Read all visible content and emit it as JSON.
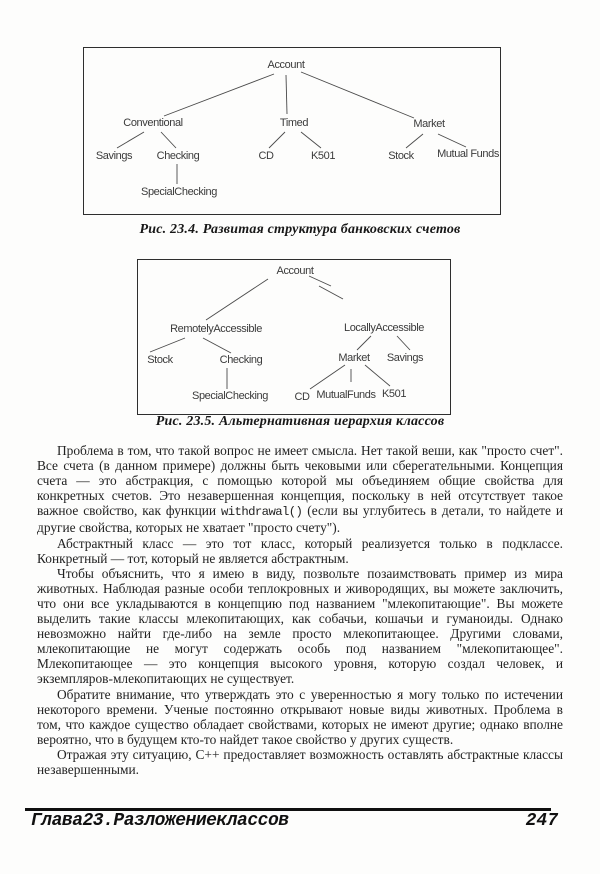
{
  "figures": [
    {
      "caption": "Рис. 23.4. Развитая структура банковских счетов",
      "nodes": {
        "account": "Account",
        "conventional": "Conventional",
        "timed": "Timed",
        "market": "Market",
        "savings": "Savings",
        "checking": "Checking",
        "special_checking": "SpecialChecking",
        "cd": "CD",
        "k501": "K501",
        "stock": "Stock",
        "mutual_funds": "Mutual Funds"
      },
      "edges": [
        [
          "Account",
          "Conventional"
        ],
        [
          "Account",
          "Timed"
        ],
        [
          "Account",
          "Market"
        ],
        [
          "Conventional",
          "Savings"
        ],
        [
          "Conventional",
          "Checking"
        ],
        [
          "Checking",
          "SpecialChecking"
        ],
        [
          "Timed",
          "CD"
        ],
        [
          "Timed",
          "K501"
        ],
        [
          "Market",
          "Stock"
        ],
        [
          "Market",
          "Mutual Funds"
        ]
      ]
    },
    {
      "caption": "Рис. 23.5. Альтернативная иерархия классов",
      "nodes": {
        "account": "Account",
        "remotely_accessible": "RemotelyAccessible",
        "locally_accessible": "LocallyAccessible",
        "stock": "Stock",
        "checking": "Checking",
        "special_checking": "SpecialChecking",
        "market": "Market",
        "savings": "Savings",
        "cd": "CD",
        "mutual_funds": "MutualFunds",
        "k501": "K501"
      },
      "edges": [
        [
          "Account",
          "RemotelyAccessible"
        ],
        [
          "Account",
          "LocallyAccessible"
        ],
        [
          "RemotelyAccessible",
          "Stock"
        ],
        [
          "RemotelyAccessible",
          "Checking"
        ],
        [
          "Checking",
          "SpecialChecking"
        ],
        [
          "LocallyAccessible",
          "Market"
        ],
        [
          "LocallyAccessible",
          "Savings"
        ],
        [
          "Market",
          "CD"
        ],
        [
          "Market",
          "MutualFunds"
        ],
        [
          "Market",
          "K501"
        ]
      ]
    }
  ],
  "body": {
    "p1": {
      "before": "Проблема в том, что такой вопрос не имеет смысла. Нет такой веши, как \"просто счет\". Все счета (в данном примере) должны быть чековыми или сберегательными. Концепция счета — это абстракция, с помощью которой мы объединяем общие свойства для конкретных счетов. Это незавершенная концепция, поскольку в ней отсутствует такое важное свойство, как функции ",
      "code": "withdrawal()",
      "after": " (если вы углубитесь в детали, то найдете и другие свойства, которых не хватает \"просто счету\")."
    },
    "p2": "Абстрактный класс — это тот класс, который реализуется только в подклассе. Конкретный — тот, который не является абстрактным.",
    "p3": "Чтобы объяснить, что я имею в виду, позвольте позаимствовать пример из мира животных. Наблюдая разные особи теплокровных и живородящих, вы можете заключить, что они все укладываются в концепцию под названием \"млекопитающие\". Вы можете выделить такие классы млекопитающих, как собачьи, кошачьи и гуманоиды. Однако невозможно найти где-либо на земле просто млекопитающее. Другими словами, млекопитающие не могут содержать особь под названием \"млекопитающее\". Млекопитающее — это концепция высокого уровня, которую создал человек, и экземпляров-млекопитающих не существует.",
    "p4": "Обратите внимание, что утверждать это с уверенностью я могу только по истечении некоторого времени. Ученые постоянно открывают новые виды животных. Проблема в том, что каждое существо обладает свойствами, которых не имеют другие; однако вполне вероятно, что в будущем кто-то найдет такое свойство у других существ.",
    "p5": "Отражая эту ситуацию, C++ предоставляет возможность оставлять абстрактные классы незавершенными."
  },
  "footer": {
    "chapter": "Глава23.Разложениеклассов",
    "page_number": "247"
  }
}
